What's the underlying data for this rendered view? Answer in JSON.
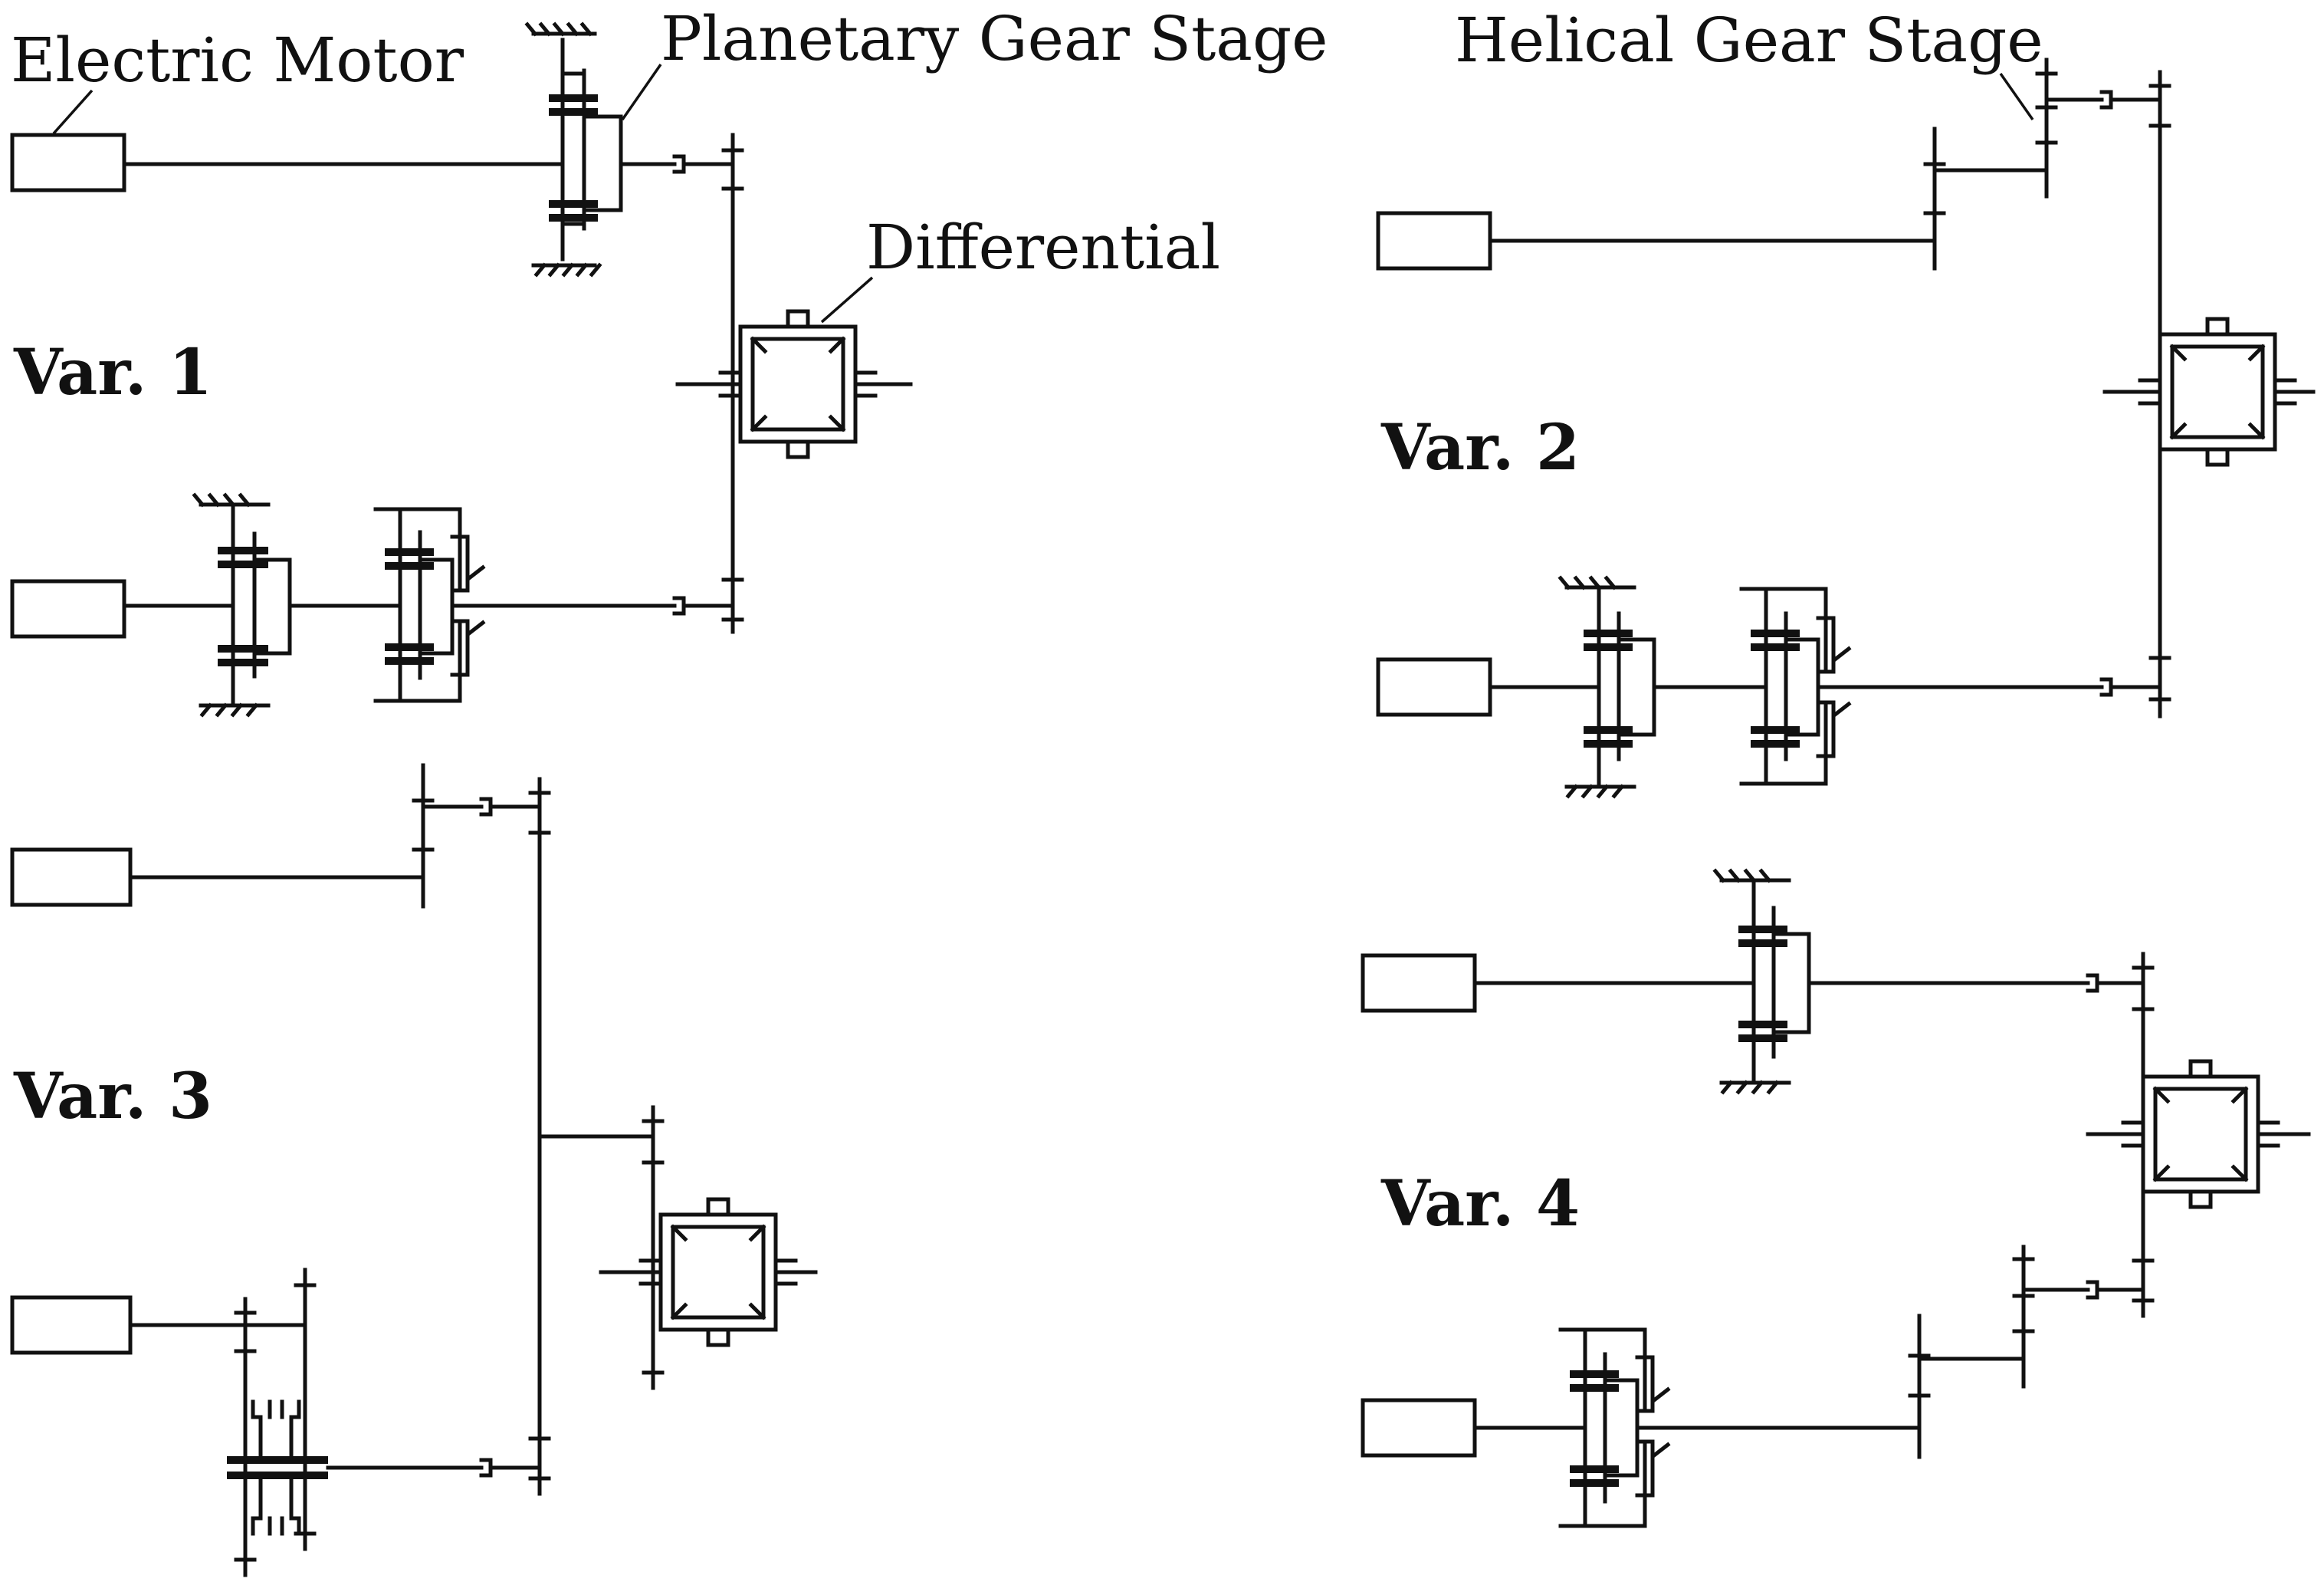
{
  "labels": {
    "electric_motor": "Electric Motor",
    "planetary_gear_stage": "Planetary Gear Stage",
    "differential": "Differential",
    "helical_gear_stage": "Helical Gear Stage"
  },
  "variants": {
    "v1": "Var. 1",
    "v2": "Var. 2",
    "v3": "Var. 3",
    "v4": "Var. 4"
  },
  "colors": {
    "line": "#111111",
    "background": "#ffffff"
  }
}
